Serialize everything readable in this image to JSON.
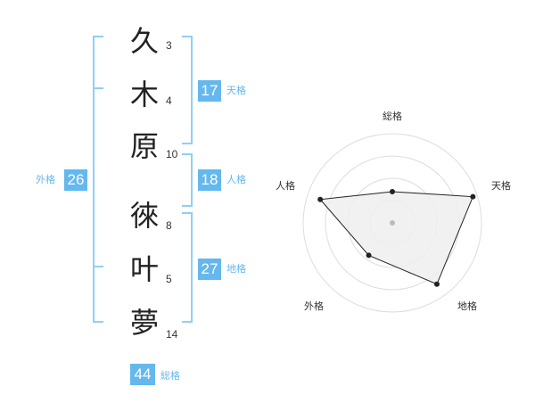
{
  "name_chars": [
    {
      "char": "久",
      "strokes": "3"
    },
    {
      "char": "木",
      "strokes": "4"
    },
    {
      "char": "原",
      "strokes": "10"
    },
    {
      "char": "徠",
      "strokes": "8"
    },
    {
      "char": "叶",
      "strokes": "5"
    },
    {
      "char": "夢",
      "strokes": "14"
    }
  ],
  "kaku": {
    "tenkaku": {
      "value": "17",
      "label": "天格"
    },
    "jinkaku": {
      "value": "18",
      "label": "人格"
    },
    "chikaku": {
      "value": "27",
      "label": "地格"
    },
    "gaikaku": {
      "value": "26",
      "label": "外格"
    },
    "soukaku": {
      "value": "44",
      "label": "総格"
    }
  },
  "radar": {
    "labels": {
      "top": "総格",
      "right": "天格",
      "bottom_right": "地格",
      "bottom_left": "外格",
      "left": "人格"
    },
    "levels": 4,
    "values": {
      "top": 0.35,
      "right": 0.95,
      "bottom_right": 0.85,
      "bottom_left": 0.45,
      "left": 0.85
    },
    "colors": {
      "fill": "#eeeeee",
      "stroke": "#222222",
      "grid": "#dddddd",
      "center": "#bbbbbb"
    }
  }
}
